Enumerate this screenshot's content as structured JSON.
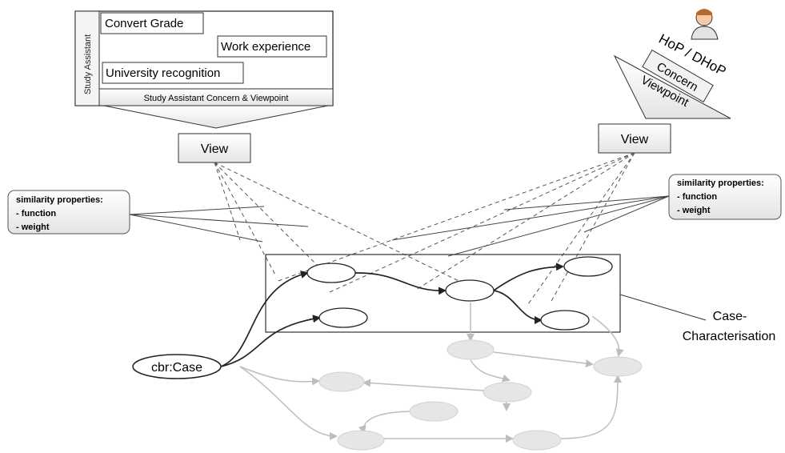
{
  "study_assistant": {
    "side_label": "Study Assistant",
    "items": [
      "Convert Grade",
      "Work experience",
      "University recognition"
    ],
    "footer": "Study Assistant Concern & Viewpoint"
  },
  "hop": {
    "role": "HoP / DHoP",
    "concern": "Concern",
    "viewpoint": "Viewpoint"
  },
  "views": {
    "left": "View",
    "right": "View"
  },
  "similarity_left": {
    "title": "similarity properties:",
    "items": [
      "- function",
      "- weight"
    ]
  },
  "similarity_right": {
    "title": "similarity properties:",
    "items": [
      "- function",
      "- weight"
    ]
  },
  "case_node": "cbr:Case",
  "case_characterisation": {
    "line1": "Case-",
    "line2": "Characterisation"
  },
  "colors": {
    "dark_line": "#222222",
    "gray_node": "#e6e6e6",
    "gray_line": "#bdbdbd",
    "box_shadow": "#9a9a9a"
  }
}
